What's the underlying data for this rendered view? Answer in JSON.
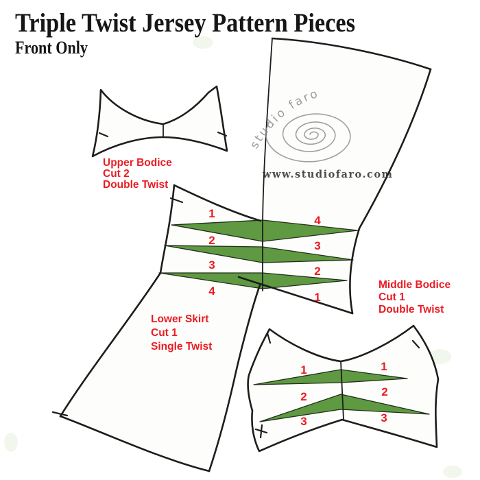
{
  "page": {
    "title": "Triple Twist Jersey Pattern Pieces",
    "subtitle": "Front Only"
  },
  "watermark": {
    "brand": "studio faro",
    "url": "www.studiofaro.com"
  },
  "colors": {
    "wedge_green": "#5f9941",
    "label_red": "#ea1c23",
    "line_dark": "#1d1d1b"
  },
  "pieces": {
    "upper_bodice": {
      "label": {
        "name": "Upper Bodice",
        "cut": "Cut 2",
        "twist": "Double Twist"
      }
    },
    "lower_skirt": {
      "label": {
        "name": "Lower Skirt",
        "cut": "Cut 1",
        "twist": "Single Twist"
      },
      "left_numbers": [
        "1",
        "2",
        "3",
        "4"
      ],
      "right_numbers": [
        "4",
        "3",
        "2",
        "1"
      ]
    },
    "middle_bodice": {
      "label": {
        "name": "Middle Bodice",
        "cut": "Cut 1",
        "twist": "Double Twist"
      },
      "left_numbers": [
        "1",
        "2",
        "3"
      ],
      "right_numbers": [
        "1",
        "2",
        "3"
      ]
    }
  }
}
